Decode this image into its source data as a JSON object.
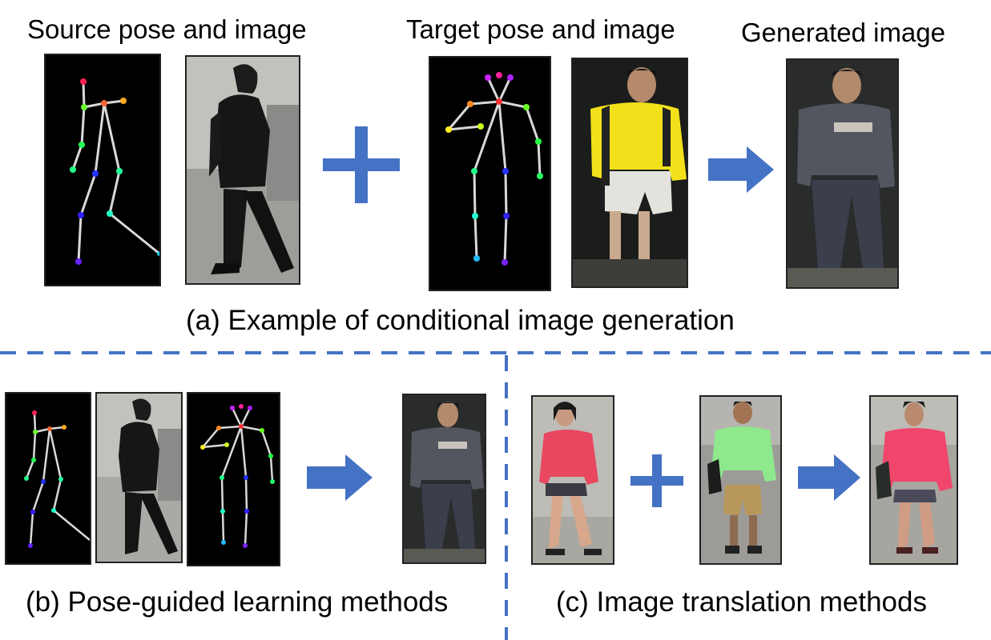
{
  "top": {
    "labels": {
      "source": "Source pose and image",
      "target": "Target pose and image",
      "generated": "Generated image"
    },
    "caption": "(a) Example of conditional image generation"
  },
  "bottom_left": {
    "caption": "(b) Pose-guided learning methods"
  },
  "bottom_right": {
    "caption": "(c) Image translation methods"
  },
  "colors": {
    "arrow": "#4472C4",
    "divider": "#4472C4",
    "pose_background": "#000000",
    "skeleton_line": "#d9d9d9"
  },
  "icons": {
    "plus": "plus-icon",
    "arrow": "right-arrow-icon"
  }
}
